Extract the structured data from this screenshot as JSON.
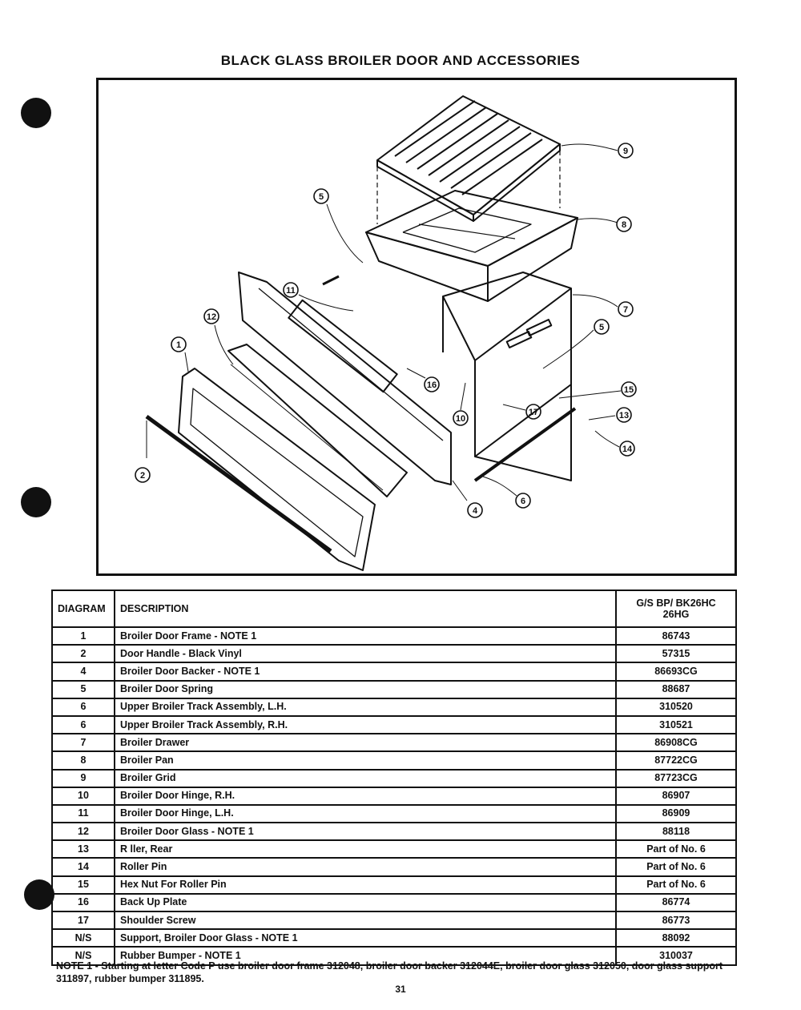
{
  "title": "BLACK GLASS BROILER DOOR AND ACCESSORIES",
  "callouts": [
    "1",
    "2",
    "4",
    "5",
    "5",
    "6",
    "7",
    "8",
    "9",
    "10",
    "11",
    "12",
    "13",
    "14",
    "15",
    "16",
    "17"
  ],
  "table": {
    "headers": {
      "diagram": "DIAGRAM",
      "description": "DESCRIPTION",
      "part_line1": "G/S BP/ BK26HC",
      "part_line2": "26HG"
    },
    "rows": [
      {
        "diagram": "1",
        "description": "Broiler Door Frame - NOTE 1",
        "part": "86743"
      },
      {
        "diagram": "2",
        "description": "Door Handle - Black Vinyl",
        "part": "57315"
      },
      {
        "diagram": "4",
        "description": "Broiler Door Backer - NOTE 1",
        "part": "86693CG"
      },
      {
        "diagram": "5",
        "description": "Broiler Door Spring",
        "part": "88687"
      },
      {
        "diagram": "6",
        "description": "Upper Broiler Track Assembly, L.H.",
        "part": "310520"
      },
      {
        "diagram": "6",
        "description": "Upper Broiler Track Assembly, R.H.",
        "part": "310521"
      },
      {
        "diagram": "7",
        "description": "Broiler Drawer",
        "part": "86908CG"
      },
      {
        "diagram": "8",
        "description": "Broiler Pan",
        "part": "87722CG"
      },
      {
        "diagram": "9",
        "description": "Broiler Grid",
        "part": "87723CG"
      },
      {
        "diagram": "10",
        "description": "Broiler Door Hinge, R.H.",
        "part": "86907"
      },
      {
        "diagram": "11",
        "description": "Broiler Door Hinge, L.H.",
        "part": "86909"
      },
      {
        "diagram": "12",
        "description": "Broiler Door Glass - NOTE 1",
        "part": "88118"
      },
      {
        "diagram": "13",
        "description": "R  ller, Rear",
        "part": "Part of No. 6"
      },
      {
        "diagram": "14",
        "description": "Roller Pin",
        "part": "Part of No. 6"
      },
      {
        "diagram": "15",
        "description": "Hex Nut For Roller Pin",
        "part": "Part of No. 6"
      },
      {
        "diagram": "16",
        "description": "Back Up Plate",
        "part": "86774"
      },
      {
        "diagram": "17",
        "description": "Shoulder Screw",
        "part": "86773"
      },
      {
        "diagram": "N/S",
        "description": "Support, Broiler Door Glass - NOTE 1",
        "part": "88092"
      },
      {
        "diagram": "N/S",
        "description": "Rubber Bumper - NOTE 1",
        "part": "310037"
      }
    ]
  },
  "note": {
    "label": "NOTE 1 - ",
    "text": "Starting at letter Code P use broiler door frame 312048, broiler door backer 312044E, broiler door glass 312050, door glass support 311897, rubber bumper 311895."
  },
  "page_number": "31"
}
